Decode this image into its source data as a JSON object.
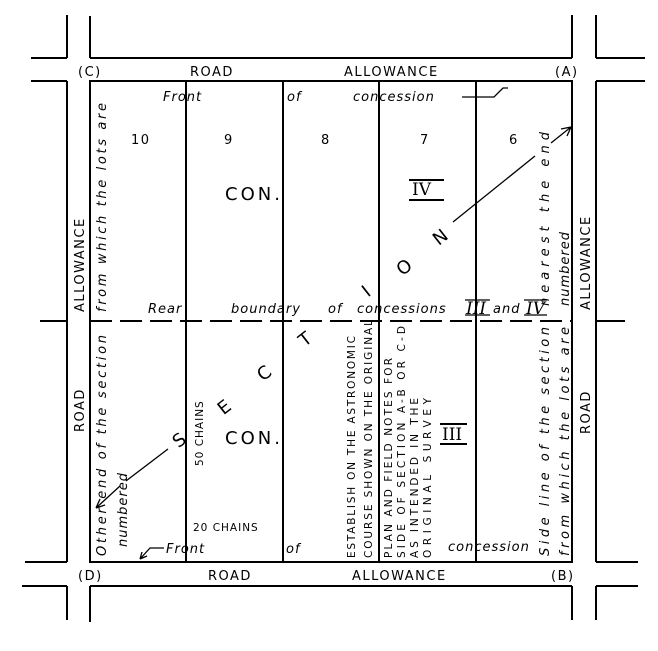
{
  "corners": {
    "c": "(C)",
    "a": "(A)",
    "d": "(D)",
    "b": "(B)"
  },
  "top_road": {
    "road": "ROAD",
    "allowance": "ALLOWANCE"
  },
  "bottom_road": {
    "road": "ROAD",
    "allowance": "ALLOWANCE"
  },
  "left_road": {
    "allowance": "ALLOWANCE",
    "road": "ROAD"
  },
  "right_road": {
    "allowance": "ALLOWANCE",
    "road": "ROAD"
  },
  "top_front": {
    "front": "Front",
    "of": "of",
    "concession": "concession"
  },
  "bottom_front": {
    "front": "Front",
    "of": "of",
    "concession": "concession"
  },
  "lots": [
    "10",
    "9",
    "8",
    "7",
    "6"
  ],
  "concession_iv": {
    "con": "CON.",
    "numeral": "IV"
  },
  "concession_iii": {
    "con": "CON.",
    "numeral": "III"
  },
  "rear_boundary": {
    "rear": "Rear",
    "boundary": "boundary",
    "of": "of",
    "concessions": "concessions",
    "iii": "III",
    "and": "and",
    "iv": "IV"
  },
  "section_letters": [
    "S",
    "E",
    "C",
    "T",
    "I",
    "O",
    "N"
  ],
  "left_notes": {
    "line1": "from which the lots are",
    "line2": "Other end of the section",
    "line3": "numbered"
  },
  "right_notes": {
    "line1": "nearest the end",
    "line2": "numbered",
    "line3": "Side line of the section",
    "line4": "from which the lots are"
  },
  "chains": {
    "fifty": "50 CHAINS",
    "twenty": "20 CHAINS"
  },
  "instructions": [
    "ESTABLISH ON THE ASTRONOMIC",
    "COURSE SHOWN ON THE ORIGINAL",
    "PLAN AND FIELD NOTES FOR",
    "SIDE OF SECTION A-B OR C-D",
    "AS INTENDED IN THE",
    "ORIGINAL SURVEY"
  ]
}
